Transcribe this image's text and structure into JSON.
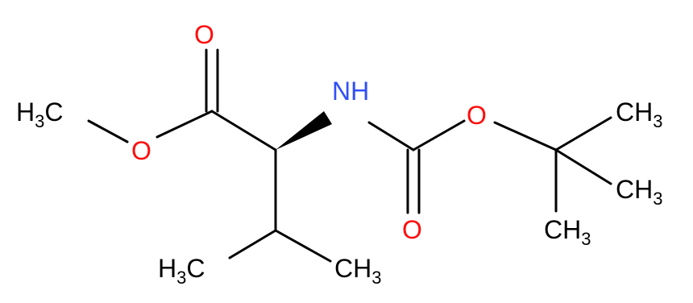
{
  "colors": {
    "bond": "#000000",
    "carbon": "#000000",
    "oxygen": "#ff0d0d",
    "nitrogen": "#3050f8"
  },
  "labels": {
    "methyl_left": {
      "main": "H",
      "sub": "3",
      "tail": "C"
    },
    "ester_oxygen": "O",
    "carbonyl_oxygen_top": "O",
    "amine": "NH",
    "carbonyl_oxygen_bottom": "O",
    "boc_oxygen": "O",
    "methyl_tbu_top": {
      "main": "CH",
      "sub": "3"
    },
    "methyl_tbu_mid": {
      "main": "CH",
      "sub": "3"
    },
    "methyl_tbu_bottom": {
      "main": "CH",
      "sub": "3"
    },
    "methyl_iso_left": {
      "main": "H",
      "sub": "3",
      "tail": "C"
    },
    "methyl_iso_right": {
      "main": "CH",
      "sub": "3"
    }
  }
}
